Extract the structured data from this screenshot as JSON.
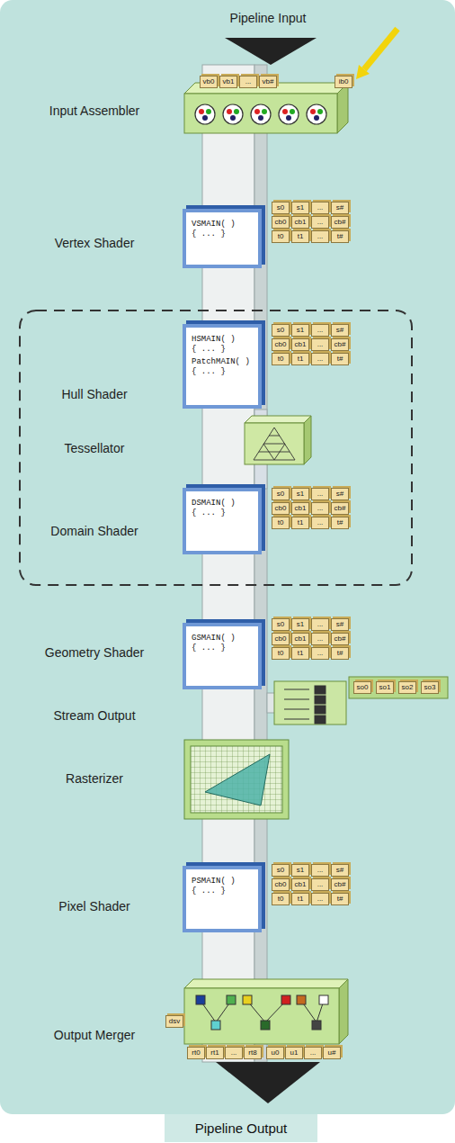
{
  "diagram": {
    "nodes": [
      {
        "text": [
          "vb0"
        ]
      },
      {
        "text": [
          "vb1"
        ]
      },
      {
        "text": [
          "..."
        ]
      },
      {
        "text": [
          "vb#"
        ]
      },
      {
        "text": [
          "ib0"
        ]
      },
      {
        "text": [
          "VSMAIN( ) { ... }"
        ]
      },
      {
        "text": [
          "s0"
        ]
      },
      {
        "text": [
          "s1"
        ]
      },
      {
        "text": [
          "..."
        ]
      },
      {
        "text": [
          "s#"
        ]
      },
      {
        "text": [
          "cb0"
        ]
      },
      {
        "text": [
          "cb1"
        ]
      },
      {
        "text": [
          "..."
        ]
      },
      {
        "text": [
          "cb#"
        ]
      },
      {
        "text": [
          "t0"
        ]
      },
      {
        "text": [
          "t1"
        ]
      },
      {
        "text": [
          "..."
        ]
      },
      {
        "text": [
          "t#"
        ]
      },
      {
        "text": [
          "HSMAIN( ) { ... }",
          "PatchMAIN( ) { ... }"
        ]
      },
      {
        "text": [
          "s0"
        ]
      },
      {
        "text": [
          "s1"
        ]
      },
      {
        "text": [
          "..."
        ]
      },
      {
        "text": [
          "s#"
        ]
      },
      {
        "text": [
          "cb0"
        ]
      },
      {
        "text": [
          "cb1"
        ]
      },
      {
        "text": [
          "..."
        ]
      },
      {
        "text": [
          "cb#"
        ]
      },
      {
        "text": [
          "t0"
        ]
      },
      {
        "text": [
          "t1"
        ]
      },
      {
        "text": [
          "..."
        ]
      },
      {
        "text": [
          "t#"
        ]
      },
      {
        "text": [
          "DSMAIN( ) { ... }"
        ]
      },
      {
        "text": [
          "s0"
        ]
      },
      {
        "text": [
          "s1"
        ]
      },
      {
        "text": [
          "..."
        ]
      },
      {
        "text": [
          "s#"
        ]
      },
      {
        "text": [
          "cb0"
        ]
      },
      {
        "text": [
          "cb1"
        ]
      },
      {
        "text": [
          "..."
        ]
      },
      {
        "text": [
          "cb#"
        ]
      },
      {
        "text": [
          "t0"
        ]
      },
      {
        "text": [
          "t1"
        ]
      },
      {
        "text": [
          "..."
        ]
      },
      {
        "text": [
          "t#"
        ]
      },
      {
        "text": [
          "GSMAIN( ) { ... }"
        ]
      },
      {
        "text": [
          "s0"
        ]
      },
      {
        "text": [
          "s1"
        ]
      },
      {
        "text": [
          "..."
        ]
      },
      {
        "text": [
          "s#"
        ]
      },
      {
        "text": [
          "cb0"
        ]
      },
      {
        "text": [
          "cb1"
        ]
      },
      {
        "text": [
          "..."
        ]
      },
      {
        "text": [
          "cb#"
        ]
      },
      {
        "text": [
          "t0"
        ]
      },
      {
        "text": [
          "t1"
        ]
      },
      {
        "text": [
          "..."
        ]
      },
      {
        "text": [
          "t#"
        ]
      },
      {
        "text": [
          "so0"
        ]
      },
      {
        "text": [
          "so1"
        ]
      },
      {
        "text": [
          "so2"
        ]
      },
      {
        "text": [
          "so3"
        ]
      },
      {
        "text": [
          "PSMAIN( ) { ... }"
        ]
      },
      {
        "text": [
          "s0"
        ]
      },
      {
        "text": [
          "s1"
        ]
      },
      {
        "text": [
          "..."
        ]
      },
      {
        "text": [
          "s#"
        ]
      },
      {
        "text": [
          "cb0"
        ]
      },
      {
        "text": [
          "cb1"
        ]
      },
      {
        "text": [
          "..."
        ]
      },
      {
        "text": [
          "cb#"
        ]
      },
      {
        "text": [
          "t0"
        ]
      },
      {
        "text": [
          "t1"
        ]
      },
      {
        "text": [
          "..."
        ]
      },
      {
        "text": [
          "t#"
        ]
      },
      {
        "text": [
          "dsv"
        ]
      },
      {
        "text": [
          "rt0"
        ]
      },
      {
        "text": [
          "rt1"
        ]
      },
      {
        "text": [
          "..."
        ]
      },
      {
        "text": [
          "rt8"
        ]
      },
      {
        "text": [
          "u0"
        ]
      },
      {
        "text": [
          "u1"
        ]
      },
      {
        "text": [
          "..."
        ]
      },
      {
        "text": [
          "u#"
        ]
      },
      {
        "text": [
          "Pipeline Output"
        ]
      }
    ],
    "labels": [
      "Pipeline Input",
      "Input Assembler",
      "Vertex Shader",
      "Hull Shader",
      "Tessellator",
      "Domain Shader",
      "Geometry Shader",
      "Stream Output",
      "Rasterizer",
      "Pixel Shader",
      "Output Merger"
    ]
  }
}
